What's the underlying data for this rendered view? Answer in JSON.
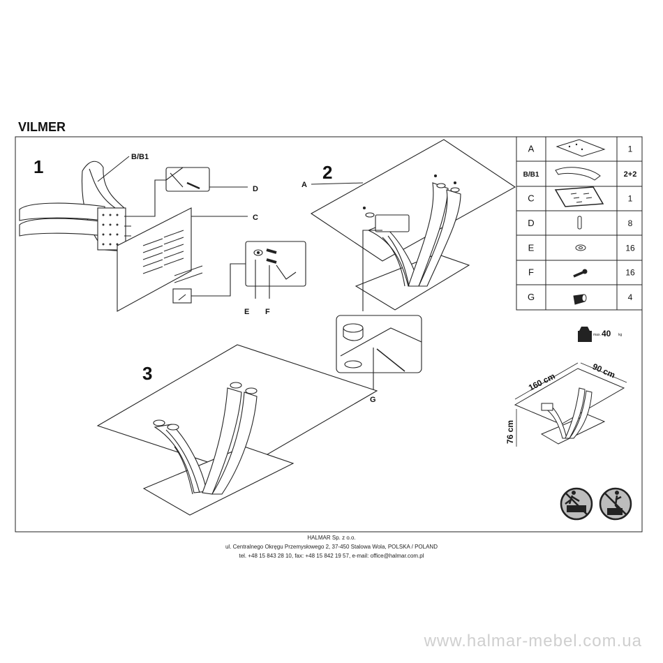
{
  "product": {
    "title": "VILMER"
  },
  "steps": [
    "1",
    "2",
    "3"
  ],
  "callouts": {
    "step1": {
      "bb1": "B/B1",
      "c": "C",
      "d": "D",
      "e": "E",
      "f": "F"
    },
    "step2": {
      "a": "A",
      "g": "G"
    }
  },
  "parts": [
    {
      "id": "A",
      "qty": "1",
      "icon": "glass-top-icon"
    },
    {
      "id": "B/B1",
      "qty": "2+2",
      "icon": "leg-panel-icon"
    },
    {
      "id": "C",
      "qty": "1",
      "icon": "base-plate-icon"
    },
    {
      "id": "D",
      "qty": "8",
      "icon": "dowel-icon"
    },
    {
      "id": "E",
      "qty": "16",
      "icon": "washer-icon"
    },
    {
      "id": "F",
      "qty": "16",
      "icon": "bolt-icon"
    },
    {
      "id": "G",
      "qty": "4",
      "icon": "pad-icon"
    }
  ],
  "load": {
    "prefix": "max.",
    "value": "40",
    "unit": "kg"
  },
  "dimensions": {
    "length": "160 cm",
    "width": "90 cm",
    "height": "76 cm"
  },
  "company": {
    "name": "HALMAR Sp. z o.o.",
    "address": "ul. Centralnego Okręgu Przemysłowego 2, 37-450 Stalowa Wola, POLSKA / POLAND",
    "contact": "tel. +48 15 843 28 10, fax: +48 15 842 19 57, e-mail: office@halmar.com.pl"
  },
  "watermark": "www.halmar-mebel.com.ua"
}
